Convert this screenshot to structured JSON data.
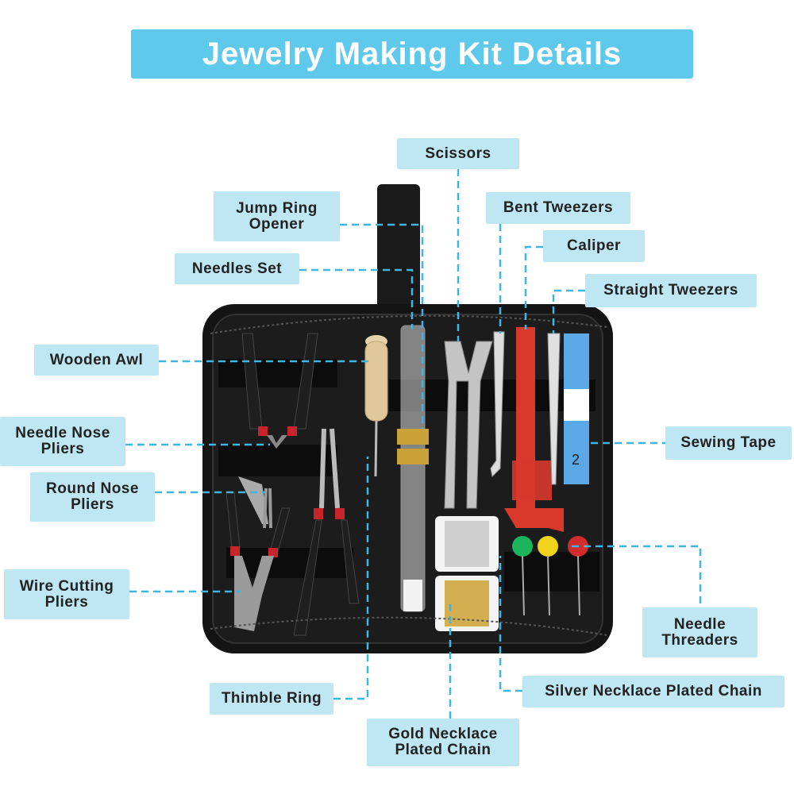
{
  "title": "Jewelry Making Kit Details",
  "labels": {
    "scissors": "Scissors",
    "jump_ring_opener": "Jump Ring\nOpener",
    "bent_tweezers": "Bent Tweezers",
    "caliper": "Caliper",
    "needles_set": "Needles Set",
    "straight_tweezers": "Straight Tweezers",
    "wooden_awl": "Wooden Awl",
    "needle_nose_pliers": "Needle Nose\nPliers",
    "sewing_tape": "Sewing Tape",
    "round_nose_pliers": "Round Nose\nPliers",
    "wire_cutting_pliers": "Wire Cutting\nPliers",
    "needle_threaders": "Needle\nThreaders",
    "thimble_ring": "Thimble Ring",
    "silver_chain": "Silver Necklace Plated Chain",
    "gold_chain": "Gold Necklace\nPlated Chain"
  },
  "colors": {
    "banner": "#5ec9ea",
    "label_bg": "#bfe6f3",
    "leader_line": "#3fb6e0",
    "case": "#111111",
    "plier_grip": "#c8242c"
  }
}
